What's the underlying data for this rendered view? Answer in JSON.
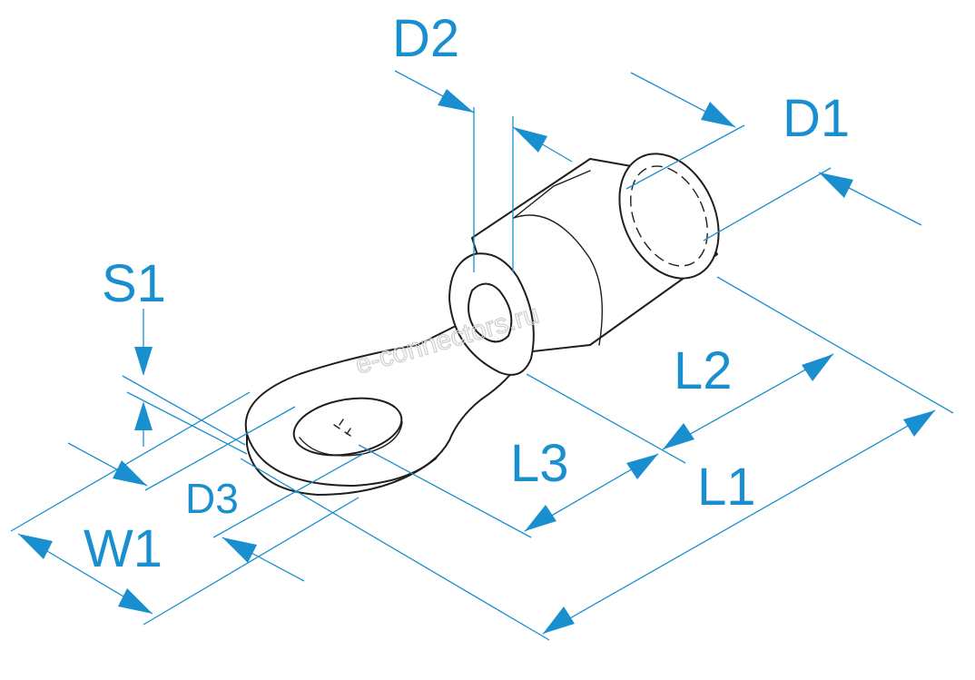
{
  "diagram": {
    "labels": {
      "d1": "D1",
      "d2": "D2",
      "d3": "D3",
      "s1": "S1",
      "w1": "W1",
      "l1": "L1",
      "l2": "L2",
      "l3": "L3"
    },
    "watermark": "e-connectors.ru",
    "colors": {
      "dimension": "#1a8fd0",
      "outline": "#1e1e1e",
      "background": "#ffffff"
    }
  }
}
